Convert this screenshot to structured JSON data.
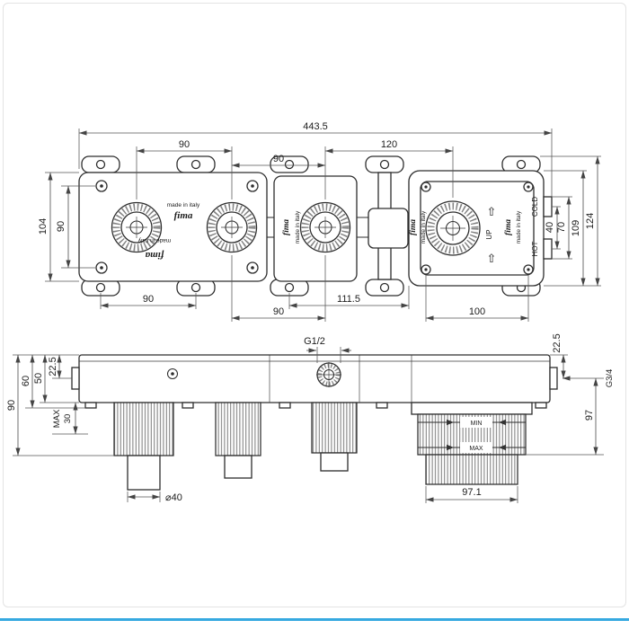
{
  "page": {
    "accent_color": "#36a9e0"
  },
  "top_view": {
    "dims": {
      "overall_width": "443.5",
      "knob_spacing_left": "90",
      "knob_spacing_mid": "90",
      "knob_spacing_right": "120",
      "plate_height": "104",
      "hole_spacing_vertical": "90",
      "port_spacing": "40",
      "port_span": "70",
      "right_body_height": "109",
      "right_overall_height": "124",
      "bottom_hole_spacing": "90",
      "bottom_knob_spacing": "90",
      "bottom_offset": "111.5",
      "right_hole_spacing": "100"
    },
    "labels": {
      "cold": "COLD",
      "hot": "HOT",
      "up": "UP",
      "up_arrow": "⇧",
      "made_in_italy": "made in italy",
      "fima": "fima"
    }
  },
  "front_view": {
    "dims": {
      "left_port_offset": "22.5",
      "body_height": "50",
      "depth_to_feet": "60",
      "overall_depth": "90",
      "max_label": "MAX",
      "max_value": "30",
      "top_thread": "G1/2",
      "right_port_offset": "22.5",
      "side_thread": "G3/4",
      "right_depth": "97",
      "pipe_diameter": "⌀40",
      "right_pipe_width": "97.1"
    },
    "labels": {
      "min": "MIN",
      "max": "MAX"
    }
  }
}
